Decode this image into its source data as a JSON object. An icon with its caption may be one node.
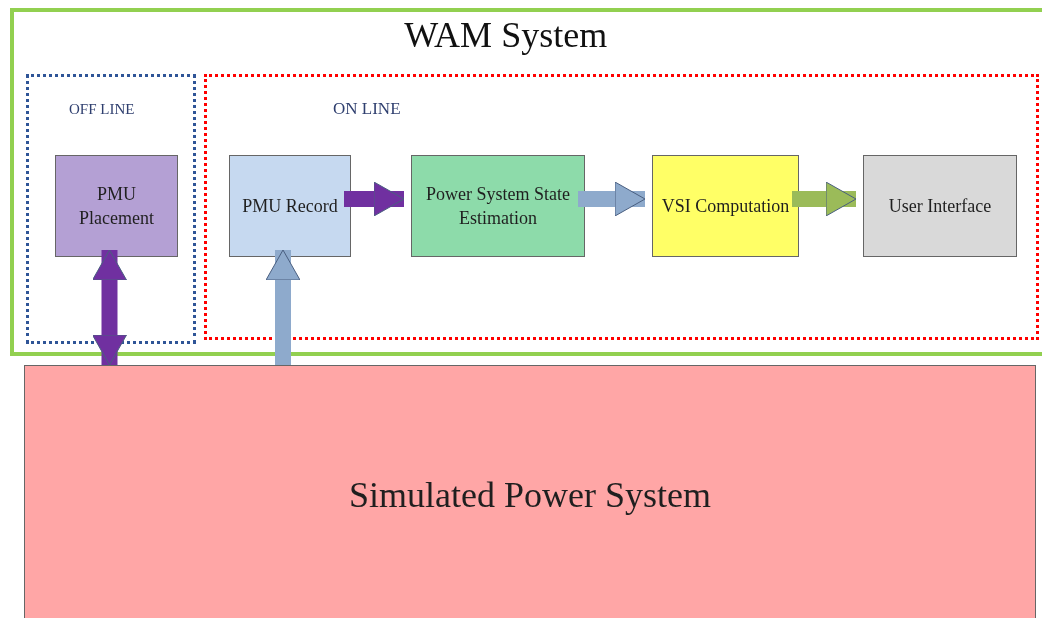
{
  "diagram": {
    "nodes": [
      {
        "text": [
          "WAM System"
        ]
      },
      {
        "text": [
          "OFF LINE"
        ],
        "in": 0
      },
      {
        "text": [
          "PMU Placement"
        ],
        "in": 1
      },
      {
        "text": [
          "ON LINE"
        ],
        "in": 0
      },
      {
        "text": [
          "PMU Record"
        ],
        "in": 3
      },
      {
        "text": [
          "Power System State Estimation"
        ],
        "in": 3
      },
      {
        "text": [
          "VSI Computation"
        ],
        "in": 3
      },
      {
        "text": [
          "User Interface"
        ],
        "in": 3
      },
      {
        "text": [
          "Simulated Power System"
        ]
      }
    ],
    "edges": [
      {
        "from": 4,
        "to": 5,
        "arrow": "to",
        "color": "#7030a0"
      },
      {
        "from": 5,
        "to": 6,
        "arrow": "to",
        "color": "#8eaacc"
      },
      {
        "from": 6,
        "to": 7,
        "arrow": "to",
        "color": "#9bbb59"
      },
      {
        "from": 2,
        "to": 8,
        "arrow": "both",
        "color": "#7030a0"
      },
      {
        "from": 8,
        "to": 4,
        "arrow": "to",
        "color": "#8eaacc"
      }
    ]
  }
}
